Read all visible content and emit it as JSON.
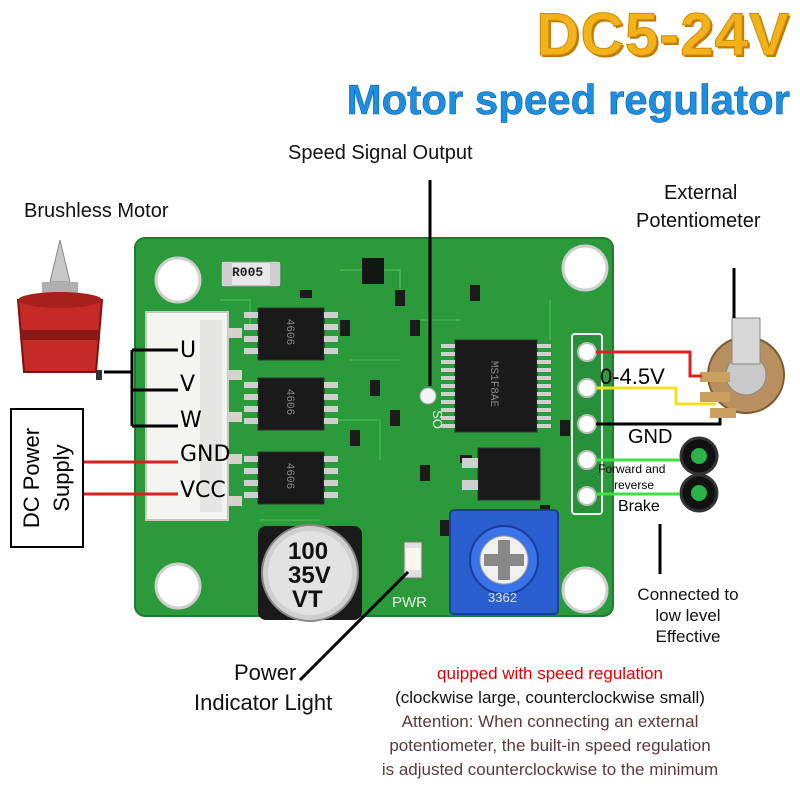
{
  "header": {
    "title": "DC5-24V",
    "subtitle": "Motor speed regulator"
  },
  "labels": {
    "speed_signal_output": "Speed Signal Output",
    "brushless_motor": "Brushless Motor",
    "external_potentiometer_line1": "External",
    "external_potentiometer_line2": "Potentiometer",
    "dc_power_supply": "DC Power Supply",
    "power_indicator_line1": "Power",
    "power_indicator_line2": "Indicator Light",
    "connected_line1": "Connected to",
    "connected_line2": "low level",
    "connected_line3": "Effective"
  },
  "connector_left": {
    "pins": [
      "U",
      "V",
      "W",
      "GND",
      "VCC"
    ]
  },
  "connector_right": {
    "voltage": "0-4.5V",
    "gnd": "GND",
    "forward_reverse_line1": "Forward and",
    "forward_reverse_line2": "reverse",
    "brake": "Brake"
  },
  "board": {
    "resistor_code": "R005",
    "capacitor_line1": "100",
    "capacitor_line2": "35V",
    "capacitor_line3": "VT",
    "pwr_label": "PWR",
    "so_label": "SO",
    "pot_code": "3362",
    "ic_text": "MS1F8AE",
    "mosfet_text": "4606"
  },
  "notes": {
    "line1": "quipped with speed regulation",
    "line2": "(clockwise large, counterclockwise small)",
    "line3": "Attention: When connecting an external",
    "line4": "potentiometer, the built-in speed regulation",
    "line5": "is adjusted counterclockwise to the minimum"
  },
  "colors": {
    "title": "#f2b21c",
    "subtitle": "#1e8fe0",
    "pcb": "#2a9a3a",
    "wire_red": "#e02020",
    "wire_yellow": "#f0e020",
    "wire_green": "#40e040",
    "note_red": "#e00000",
    "note_brown": "#5a3a3a"
  }
}
